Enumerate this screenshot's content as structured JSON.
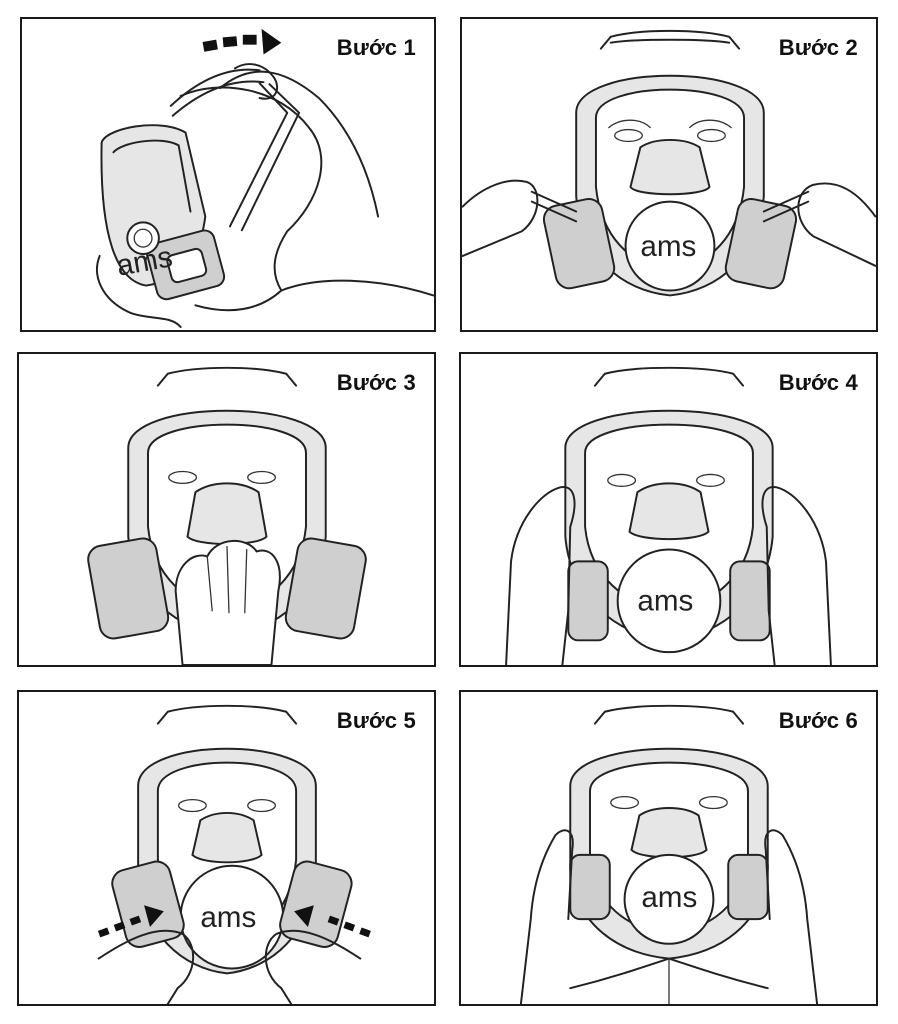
{
  "steps": [
    {
      "label": "Bước 1"
    },
    {
      "label": "Bước 2"
    },
    {
      "label": "Bước 3"
    },
    {
      "label": "Bước 4"
    },
    {
      "label": "Bước 5"
    },
    {
      "label": "Bước 6"
    }
  ],
  "brand": "ams",
  "colors": {
    "line": "#222222",
    "filter": "#cfcfcf",
    "background": "#ffffff"
  }
}
